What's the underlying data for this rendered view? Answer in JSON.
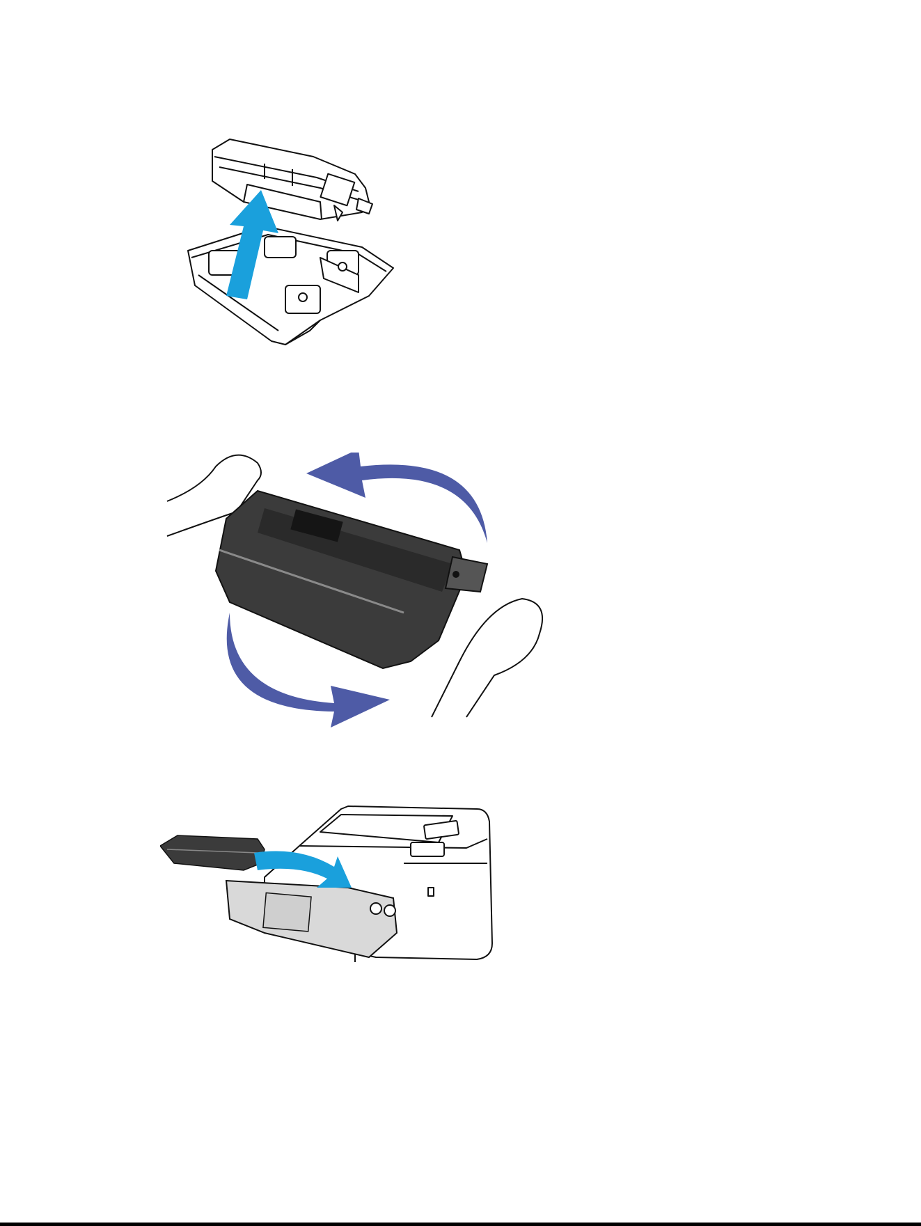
{
  "figures": [
    {
      "id": "fig1",
      "icon": "unpack-toner-cartridge-illustration",
      "arrow_color": "#1aa0dc"
    },
    {
      "id": "fig2",
      "icon": "shake-toner-cartridge-illustration",
      "arrow_color": "#4e5ba6"
    },
    {
      "id": "fig3",
      "icon": "insert-toner-cartridge-illustration",
      "arrow_color": "#1aa0dc"
    }
  ],
  "colors": {
    "blue_arrow": "#1aa0dc",
    "purple_arrow": "#4e5ba6",
    "cartridge_dark": "#3b3b3b",
    "door_gray": "#d9d9d9"
  }
}
